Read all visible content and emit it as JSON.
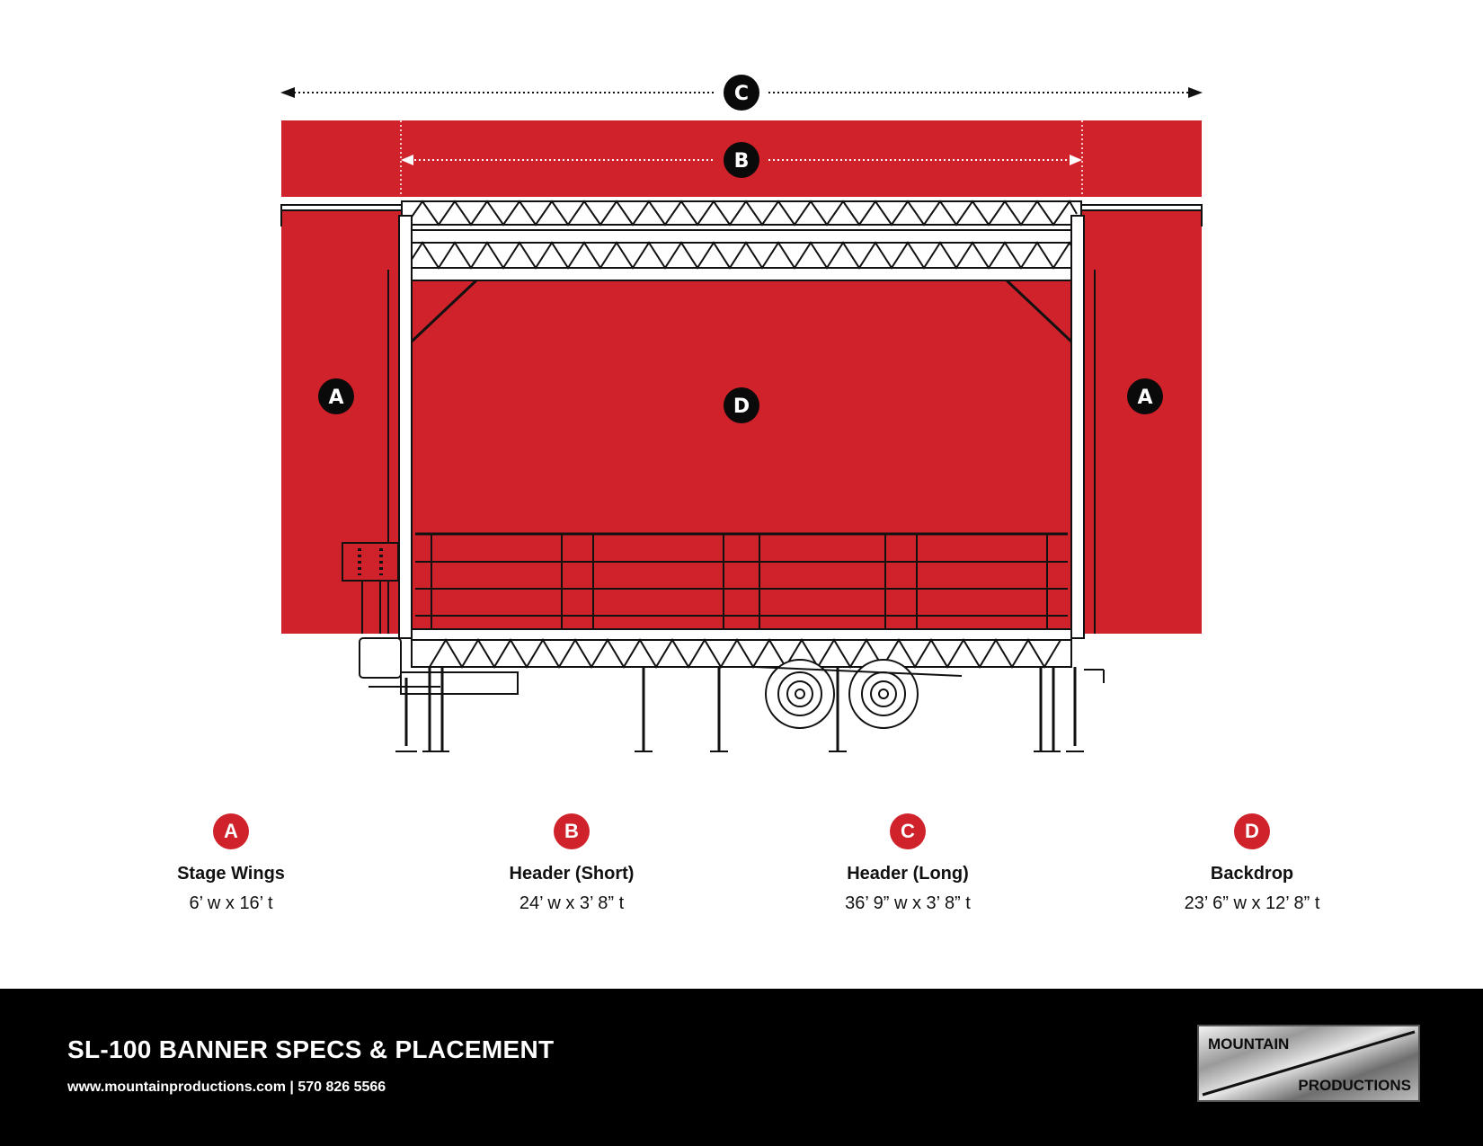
{
  "colors": {
    "banner": "#d0222b",
    "frame": "#111111",
    "footer": "#000000"
  },
  "diagram": {
    "labels": {
      "a": "A",
      "b": "B",
      "c": "C",
      "d": "D"
    }
  },
  "specs": [
    {
      "letter": "A",
      "name": "Stage Wings",
      "size": "6’ w x 16’ t"
    },
    {
      "letter": "B",
      "name": "Header (Short)",
      "size": "24’ w x 3’ 8” t"
    },
    {
      "letter": "C",
      "name": "Header (Long)",
      "size": "36’ 9” w x 3’ 8” t"
    },
    {
      "letter": "D",
      "name": "Backdrop",
      "size": "23’ 6” w x 12’ 8” t"
    }
  ],
  "footer": {
    "title": "SL-100 BANNER SPECS & PLACEMENT",
    "contact": "www.mountainproductions.com | 570 826 5566",
    "logo_top": "MOUNTAIN",
    "logo_bottom": "PRODUCTIONS"
  }
}
